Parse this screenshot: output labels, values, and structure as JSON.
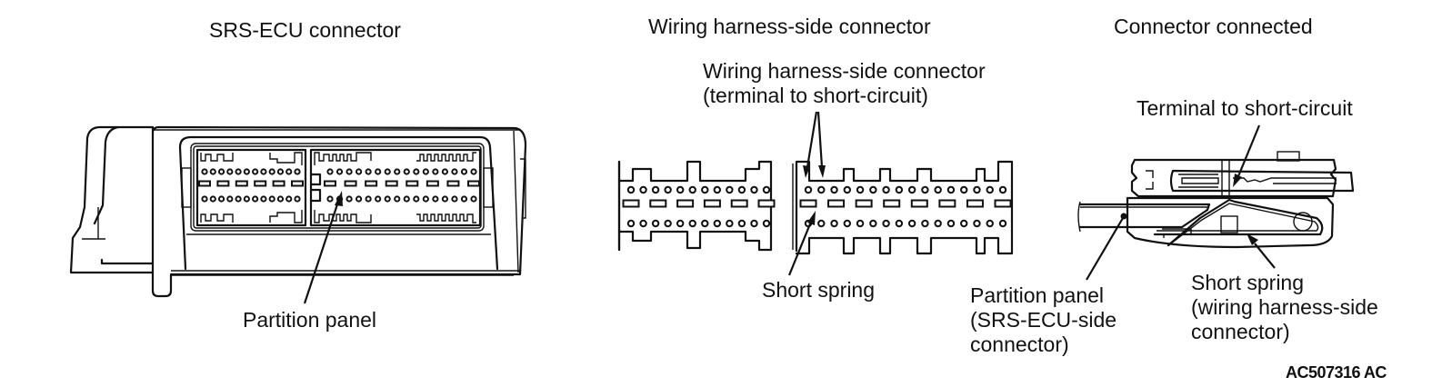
{
  "titles": {
    "srs_ecu_connector": "SRS-ECU connector",
    "harness_side_connector": "Wiring harness-side connector",
    "connector_connected": "Connector connected"
  },
  "callouts": {
    "partition_panel": "Partition panel",
    "harness_terminal": "Wiring harness-side connector\n(terminal to short-circuit)",
    "short_spring": "Short spring",
    "terminal_to_short_circuit": "Terminal to short-circuit",
    "partition_panel_ecu_side": "Partition panel\n(SRS-ECU-side\nconnector)",
    "short_spring_harness_side": "Short spring\n(wiring harness-side\nconnector)"
  },
  "figure_code": "AC507316 AC",
  "pin_layout": {
    "ecu_left_block": {
      "round_pins_per_row": 12,
      "flat_pins": 6
    },
    "ecu_right_block": {
      "round_pins_per_row": 16,
      "flat_pins": 8
    },
    "harness_left_block": {
      "round_pins_per_row": 12,
      "flat_pins": 6
    },
    "harness_right_block": {
      "round_pins_per_row": 16,
      "flat_pins": 8
    }
  }
}
